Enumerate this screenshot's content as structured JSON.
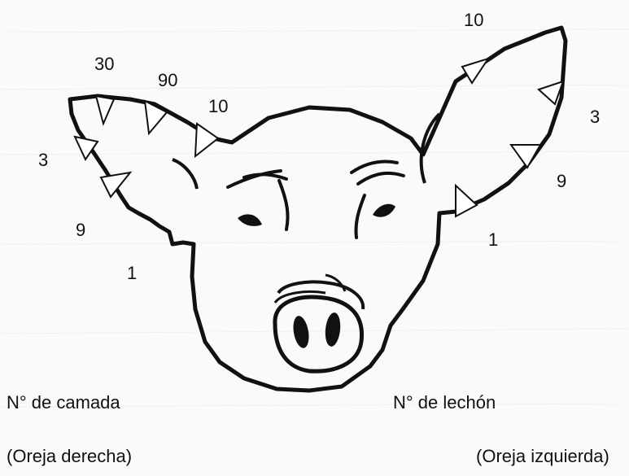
{
  "right_ear": {
    "numbers": {
      "n30": "30",
      "n90": "90",
      "n10": "10",
      "n3": "3",
      "n9": "9",
      "n1": "1"
    },
    "caption_label": "N° de camada",
    "caption_side": "(Oreja derecha)"
  },
  "left_ear": {
    "numbers": {
      "n10": "10",
      "n3": "3",
      "n9": "9",
      "n1": "1"
    },
    "caption_label": "N° de lechón",
    "caption_side": "(Oreja izquierda)"
  },
  "colors": {
    "background": "#fafafa",
    "outline": "#111111",
    "notch_fill": "#ffffff"
  },
  "icons": [
    "pig-head-icon",
    "ear-notch-marker"
  ]
}
